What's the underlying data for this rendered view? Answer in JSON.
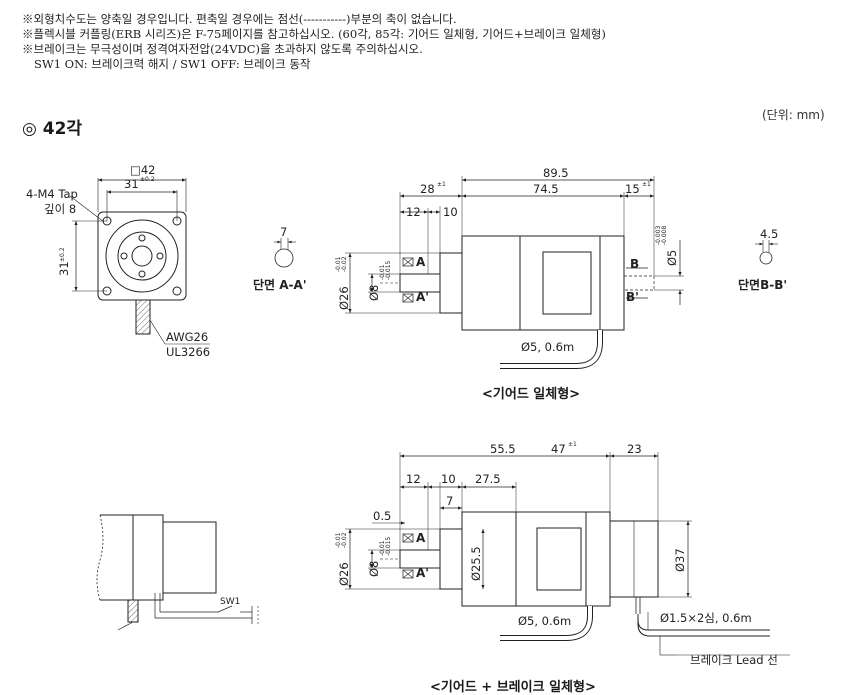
{
  "notes": [
    "※외형치수도는 양축일 경우입니다. 편축일 경우에는 점선(-----------)부분의 축이 없습니다.",
    "※플렉시블 커플링(ERB 시리즈)은 F-75페이지를 참고하십시오. (60각, 85각: 기어드 일체형, 기어드+브레이크 일체형)",
    "※브레이크는 무극성이며 정격여자전압(24VDC)을 초과하지 않도록 주의하십시오.",
    "SW1 ON: 브레이크력 해지 / SW1 OFF: 브레이크 동작"
  ],
  "section_title": "◎ 42각",
  "unit": "(단위: mm)",
  "front": {
    "square": "□42",
    "pitch": "31",
    "pitch_tol": "±0.2",
    "pitch_v": "31",
    "pitch_v_tol": "±0.2",
    "tap": "4-M4 Tap",
    "depth": "깊이 8",
    "wire1": "AWG26",
    "wire2": "UL3266"
  },
  "sections": {
    "a_width": "7",
    "a_label": "단면 A-A'",
    "b_width": "4.5",
    "b_label": "단면B-B'"
  },
  "geared": {
    "total": "89.5",
    "d28": "28",
    "d28_tol": "±1",
    "d745": "74.5",
    "d15": "15",
    "d15_tol": "±1",
    "d12": "12",
    "d10": "10",
    "dia26": "Ø26",
    "dia26_tol1": "-0.01",
    "dia26_tol2": "-0.02",
    "dia8": "Ø8",
    "dia8_tol1": "-0.01",
    "dia8_tol2": "-0.015",
    "dia5": "Ø5",
    "dia5_tol1": "-0.003",
    "dia5_tol2": "-0.008",
    "cable": "Ø5, 0.6m",
    "A": "A",
    "A2": "A'",
    "B": "B",
    "B2": "B'",
    "caption": "<기어드 일체형>"
  },
  "brake": {
    "d555": "55.5",
    "d47": "47",
    "d47_tol": "±1",
    "d23": "23",
    "d12": "12",
    "d10": "10",
    "d275": "27.5",
    "d7": "7",
    "d05": "0.5",
    "dia26": "Ø26",
    "dia26_tol1": "-0.01",
    "dia26_tol2": "-0.02",
    "dia8": "Ø8",
    "dia8_tol1": "-0.01",
    "dia8_tol2": "-0.015",
    "dia255": "Ø25.5",
    "dia37": "Ø37",
    "cable": "Ø5, 0.6m",
    "cable2": "Ø1.5×2심, 0.6m",
    "lead": "브레이크 Lead 선",
    "sw": "SW1",
    "A": "A",
    "A2": "A'",
    "caption": "<기어드 + 브레이크 일체형>"
  }
}
